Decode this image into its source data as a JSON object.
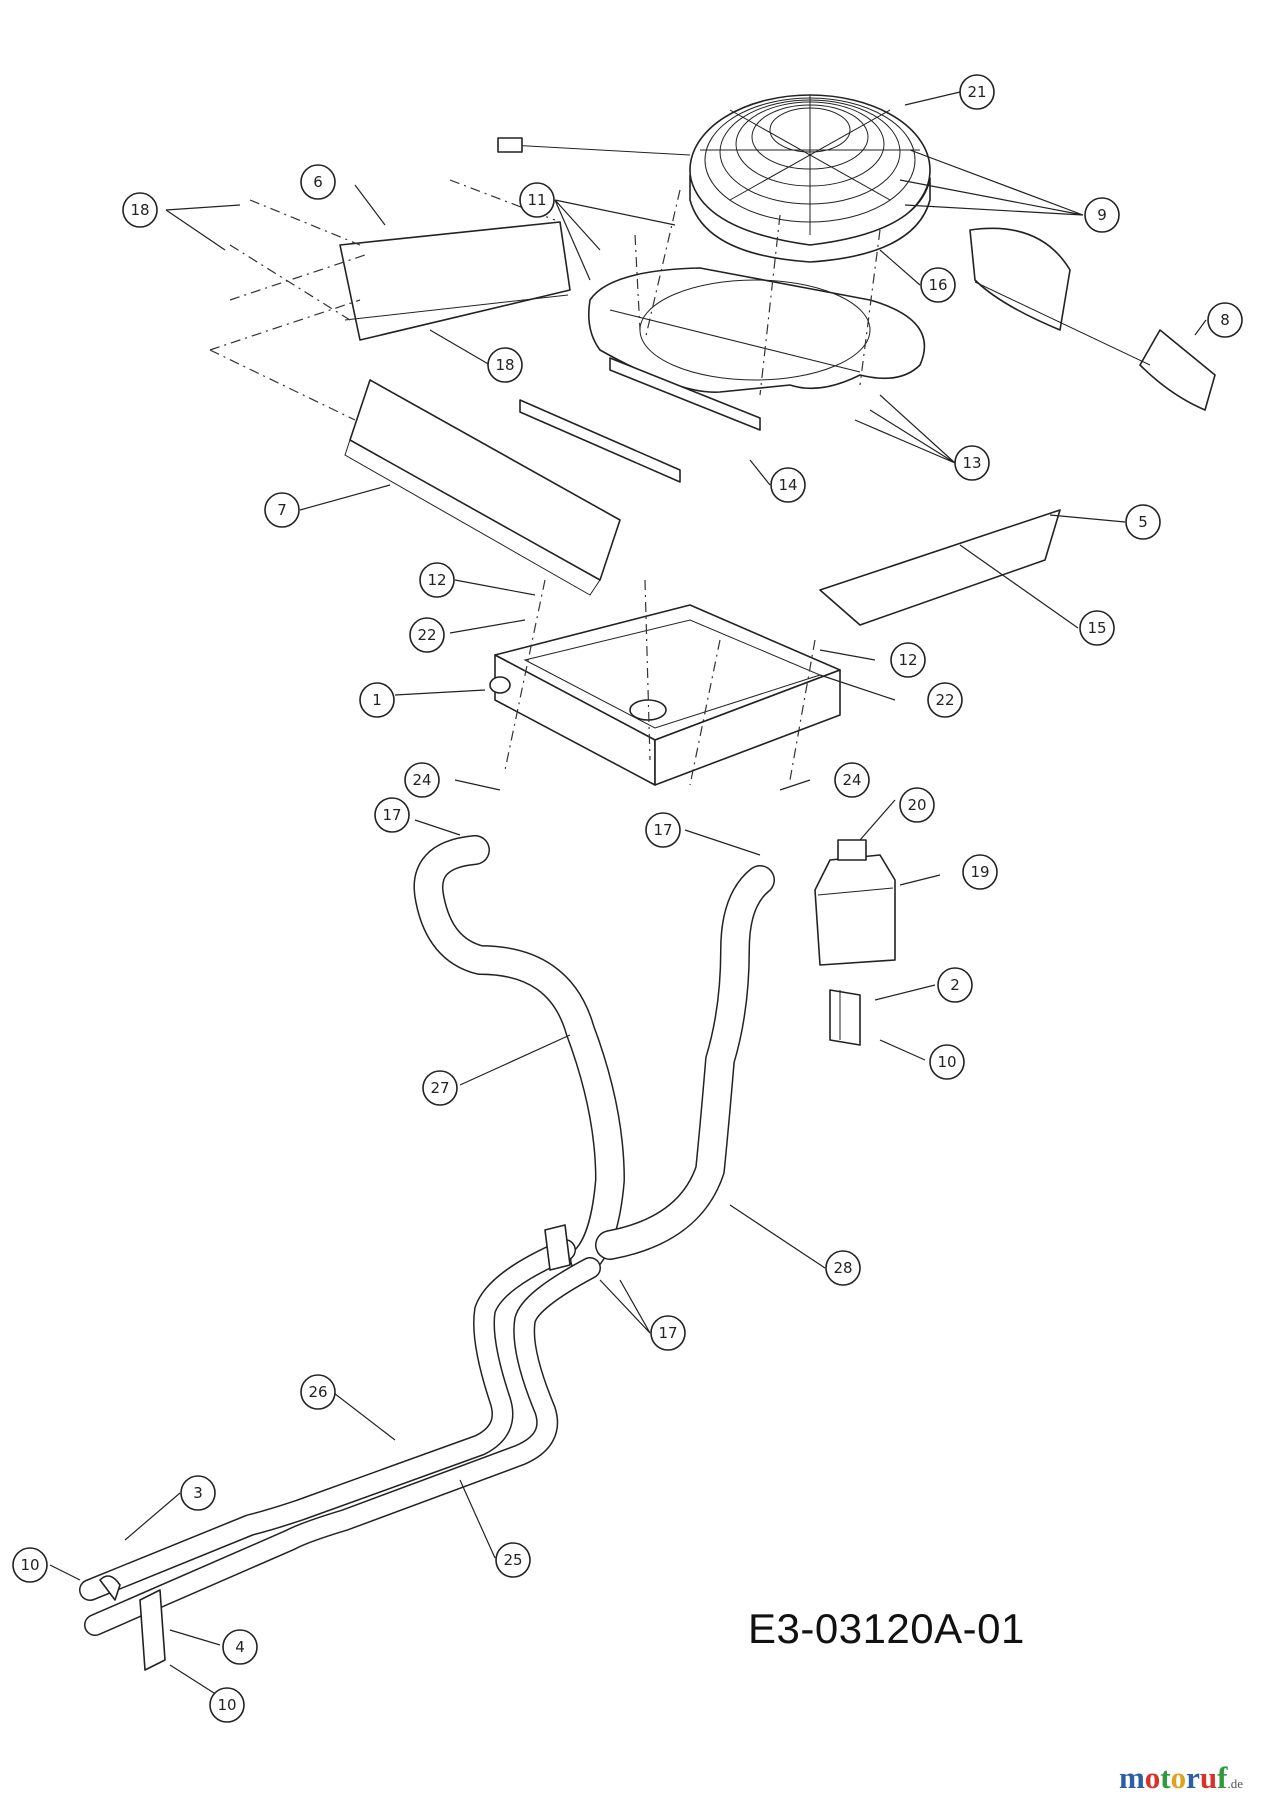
{
  "diagram_code": "E3-03120A-01",
  "brand": {
    "logo": [
      "m",
      "o",
      "t",
      "o",
      "r",
      "u",
      "f"
    ],
    "tld": ".de"
  },
  "callouts": [
    {
      "id": "c21",
      "label": "21"
    },
    {
      "id": "c6",
      "label": "6"
    },
    {
      "id": "c18a",
      "label": "18"
    },
    {
      "id": "c11",
      "label": "11"
    },
    {
      "id": "c9",
      "label": "9"
    },
    {
      "id": "c16",
      "label": "16"
    },
    {
      "id": "c8",
      "label": "8"
    },
    {
      "id": "c18b",
      "label": "18"
    },
    {
      "id": "c13",
      "label": "13"
    },
    {
      "id": "c14",
      "label": "14"
    },
    {
      "id": "c7",
      "label": "7"
    },
    {
      "id": "c5",
      "label": "5"
    },
    {
      "id": "c15",
      "label": "15"
    },
    {
      "id": "c12a",
      "label": "12"
    },
    {
      "id": "c22a",
      "label": "22"
    },
    {
      "id": "c12b",
      "label": "12"
    },
    {
      "id": "c1",
      "label": "1"
    },
    {
      "id": "c22b",
      "label": "22"
    },
    {
      "id": "c24a",
      "label": "24"
    },
    {
      "id": "c24b",
      "label": "24"
    },
    {
      "id": "c17a",
      "label": "17"
    },
    {
      "id": "c17b",
      "label": "17"
    },
    {
      "id": "c20",
      "label": "20"
    },
    {
      "id": "c19",
      "label": "19"
    },
    {
      "id": "c2",
      "label": "2"
    },
    {
      "id": "c10a",
      "label": "10"
    },
    {
      "id": "c27",
      "label": "27"
    },
    {
      "id": "c28",
      "label": "28"
    },
    {
      "id": "c17c",
      "label": "17"
    },
    {
      "id": "c26",
      "label": "26"
    },
    {
      "id": "c3",
      "label": "3"
    },
    {
      "id": "c25",
      "label": "25"
    },
    {
      "id": "c10b",
      "label": "10"
    },
    {
      "id": "c4",
      "label": "4"
    },
    {
      "id": "c10c",
      "label": "10"
    }
  ]
}
